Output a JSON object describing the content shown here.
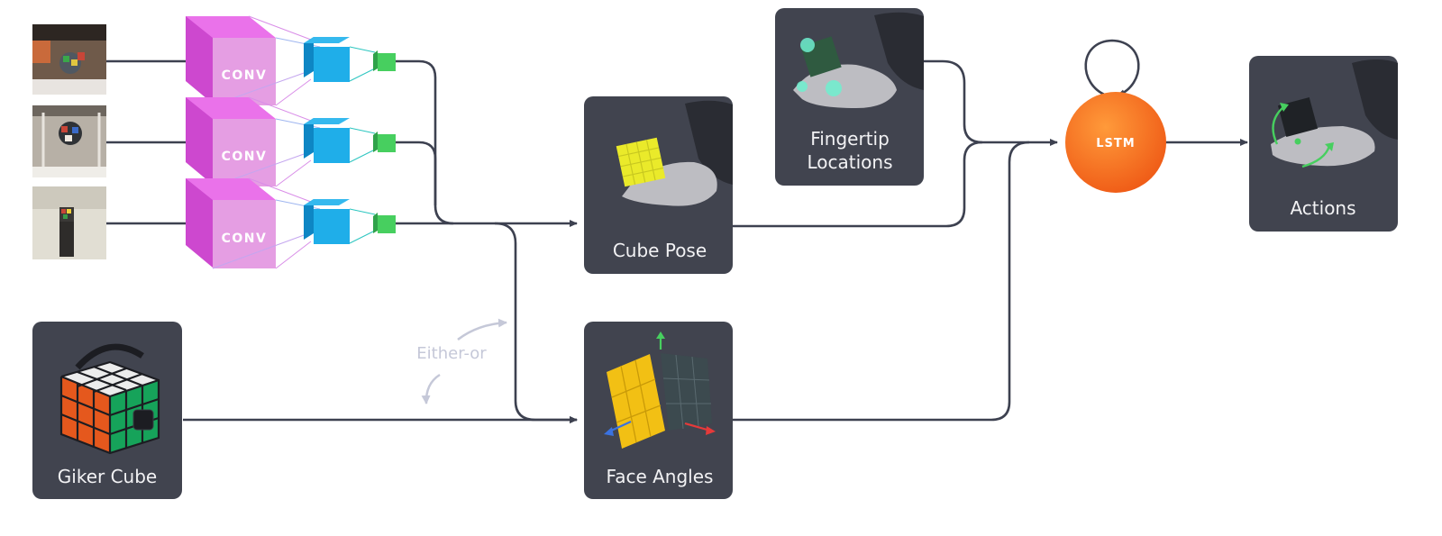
{
  "diagram": {
    "conv_label": "CONV",
    "nodes": {
      "cube_pose": "Cube Pose",
      "face_angles": "Face Angles",
      "fingertip_line1": "Fingertip",
      "fingertip_line2": "Locations",
      "lstm": "LSTM",
      "actions": "Actions",
      "giker_cube": "Giker Cube"
    },
    "either_or": "Either-or"
  },
  "colors": {
    "panel": "#41444f",
    "conv_front": "#e59ee3",
    "conv_top": "#ea72ea",
    "conv_side": "#cd48cf",
    "blue_block": "#1faee9",
    "green_block": "#47cf5f",
    "lstm": "#f26a1d",
    "edge": "#3d4150",
    "either_or": "#c5c8d8"
  }
}
